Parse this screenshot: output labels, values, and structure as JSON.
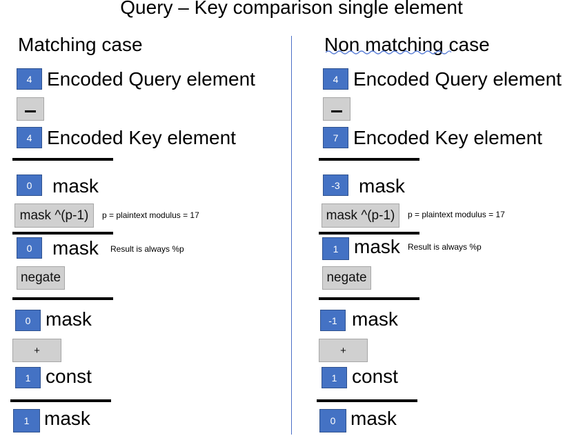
{
  "title": "Query – Key comparison single element",
  "left": {
    "heading": "Matching case",
    "query_value": "4",
    "query_label": "Encoded Query element",
    "key_value": "4",
    "key_label": "Encoded Key element",
    "diff_value": "0",
    "diff_label": "mask",
    "pow_button": "mask ^(p-1)",
    "pow_note": "p = plaintext modulus = 17",
    "pow_value": "0",
    "pow_label": "mask",
    "pow_note2": "Result is always %p",
    "negate_button": "negate",
    "neg_value": "0",
    "neg_label": "mask",
    "plus_button": "+",
    "const_value": "1",
    "const_label": "const",
    "result_value": "1",
    "result_label": "mask"
  },
  "right": {
    "heading": "Non matching case",
    "query_value": "4",
    "query_label": "Encoded Query element",
    "key_value": "7",
    "key_label": "Encoded Key element",
    "diff_value": "-3",
    "diff_label": "mask",
    "pow_button": "mask ^(p-1)",
    "pow_note": "p = plaintext modulus = 17",
    "pow_value": "1",
    "pow_label": "mask",
    "pow_note2": "Result is always %p",
    "negate_button": "negate",
    "neg_value": "-1",
    "neg_label": "mask",
    "plus_button": "+",
    "const_value": "1",
    "const_label": "const",
    "result_value": "0",
    "result_label": "mask"
  },
  "colors": {
    "box_blue": "#4472c4",
    "box_gray": "#d0d0d0",
    "divider": "#4a6fc7",
    "spellcheck": "#5b7fd6"
  },
  "icons": {
    "subtract": "minus-icon"
  }
}
